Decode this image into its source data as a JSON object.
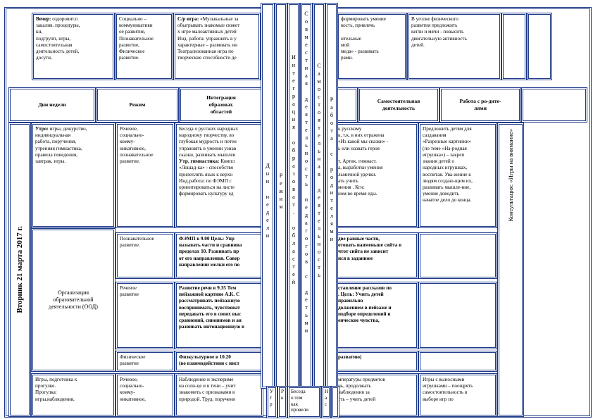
{
  "top_row": {
    "evening_label": "Вечер:",
    "evening_text": " оздоровит.п\nзакалив. процедуры,\nкн,\nподгрупп, игры,\nсамостоятельная\nдеятельность детей,\nдосуги,",
    "areas": "Социально –\nкоммуникативн\nое развитие,\nПознавательное\nразвитие,\nФизическое\nразвитие.",
    "game_label": "С/р игра:",
    "game_text": " «Музыкальные за\nобыгрывать знакомые сюжет\nх игре малоактивных детей\nИнд. работа: упражнять в у\nхарактерные – развивать ин\nТеатрализованная игра по\nтворческие способности де",
    "right_text": "формировать умение\nкость, привлечь\n\nнтельные\nмой\nмеда» - развивать\nрами.",
    "corner_text": "В уголке физического\nразвития предложить\nкегли и мячи - повысить\nдвигательную активность\nдетей."
  },
  "header": {
    "day": "Дни недели",
    "regime": "Режим",
    "integration": "Интеграция\nобразоват.\nобластей",
    "independent": "Самостоятельная\nдеятельность",
    "parents": "Работа с ро-дите-\nлями"
  },
  "day_label": "Вторник 21 марта 2017 г.",
  "consult_label": "Консультация: «Игры на внимание»",
  "morning": {
    "label": "Утро:",
    "text": " игры, дежурство,\nиндивидуальная\nработа, поручения,\nутренняя гимнастика,\nправила поведения,\nзавтрак, игры.",
    "areas": "Речевое,\nсоциально-\nкомму-\nникативное,\nпознавательное\nразвитие.",
    "content": "Беседа о русских народных\nнародному творчеству, во\nглубокая мудрость и потен\nупражнять в умении узнав\nсказки, развивать мышлен",
    "gym_label": "Утр. гимнастика:",
    "gym_text": " Компл\n«Лошад-ка» - способство\nприлеплять язык к верхн\nИнд.работа: по ФЭМП с\nориентироваться на листе\nформировать культуру ед",
    "right": "к русскому\nк, т.к. в них отражена\n«Из какой мы сказки» -\nь или назвать героя\n\nт. Артик. гимнаст.\nа, выработки умения\nльмичной удечки.\nать учить\nмения . Кгн:\nном во время еды.",
    "independent": "Предложить детям для\nсаздавания\n«Разрезные картинки»\n(по теме «На-родная\nигрушка») – закреп\nзнания детей о\nнародных игрушках,\nвоспитая. Ува-жение к\nлюдям создаю-щим их,\nразвивать мышле-ние,\nумение доводить\nначатое дело до конца."
  },
  "ood": {
    "label": "Организация\nобразовательной\nдеятельности (ООД)",
    "fempp_area": "Познавательное\nразвитие.",
    "fempp_text": "ФЭМП  в 9.00  Цель: Упр\nназывать части и сравнива\nпределах 10. Развивать пр\nот его направления. Совер\nнаправлении мелки его по",
    "fempp_right": "две равные части,\nотовать наименьше сийта в\nчтот сийта не зависит\nися в заданном",
    "speech_area": "Речевое\nразвитие",
    "speech_text": "Развитие речи  в 9.35  Тем\nпейзажной картине А.К. С\nрассматривать пейзажную\nвоспринимать, чувствоват\nпередавать его в своих выс\nсравнений, синонимов и ан\nразвивать интонационную в",
    "speech_right": "ставление рассказов по\n.  Цель:  Учить детей\nправильно\nдолжением в пейзаже и\nподборе определений и\nенческие чувства,",
    "phys_area": "Физическое\nразвитие",
    "phys_text": "Физкультурное   в 10.20\n(во взаимодействии с инст",
    "phys_right": "разватию)"
  },
  "walk": {
    "text": "Игры, подготовка к\nпрогулке.\nПрогулка:\nигры,наблюдения,",
    "areas": "Речевое,\nсоциально-\nкомму-\nникативное,",
    "content_a": "Наблюдение и экспериме\nна солн-це и в тени – учит\nзнакомить с признаками в\nприродой. Труд. поручени",
    "right": "мпературы предметов\nнь, продолжать\nнаблюдения за\nсть – учить детей",
    "independent": "Игры с выносными\nигрушками – поощрять\nсамостоятельность в\nвыборе игр по"
  },
  "overlay": {
    "c1": "Режим",
    "c2": "Интеграция образоват. областей",
    "c3": "Совместная деятельность педагогов с детьми",
    "c4": "Самостоятельная деятельность",
    "c5": "Работа с родителями",
    "c6": "Дни недели",
    "bottom_a": "У\nт\nр",
    "bottom_b": "Р\nк",
    "bottom_c": "Беседа\nо том\nкак\nпровели",
    "bottom_d": "Н\nа\nс"
  }
}
